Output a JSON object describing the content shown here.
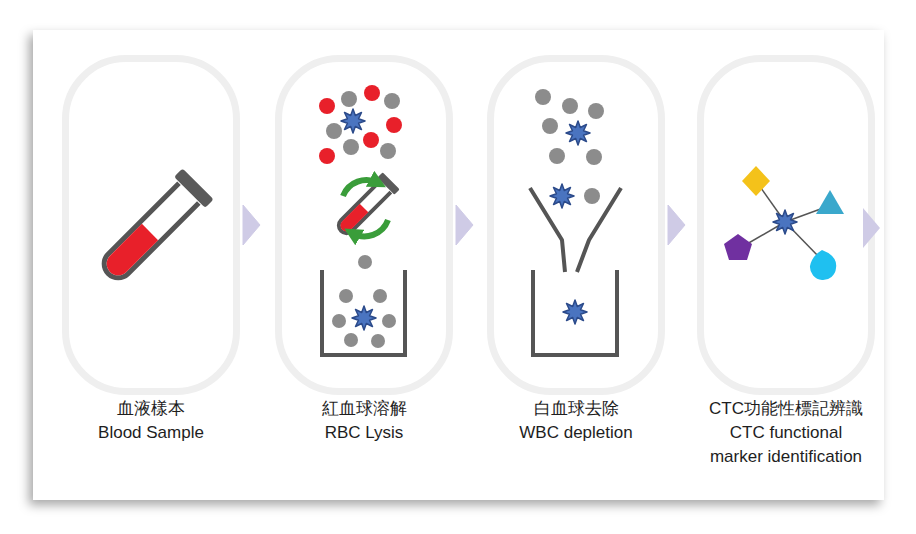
{
  "diagram": {
    "nodes": [
      {
        "text": [
          "血液樣本",
          "Blood Sample"
        ]
      },
      {
        "text": [
          "紅血球溶解",
          "RBC Lysis"
        ]
      },
      {
        "text": [
          "白血球去除",
          "WBC depletion"
        ]
      },
      {
        "text": [
          "CTC功能性標記辨識",
          "CTC functional marker identification"
        ]
      }
    ],
    "edges": [
      {
        "from": 0,
        "to": 1,
        "arrow": "to"
      },
      {
        "from": 1,
        "to": 2,
        "arrow": "to"
      },
      {
        "from": 2,
        "to": 3,
        "arrow": "to"
      }
    ]
  }
}
